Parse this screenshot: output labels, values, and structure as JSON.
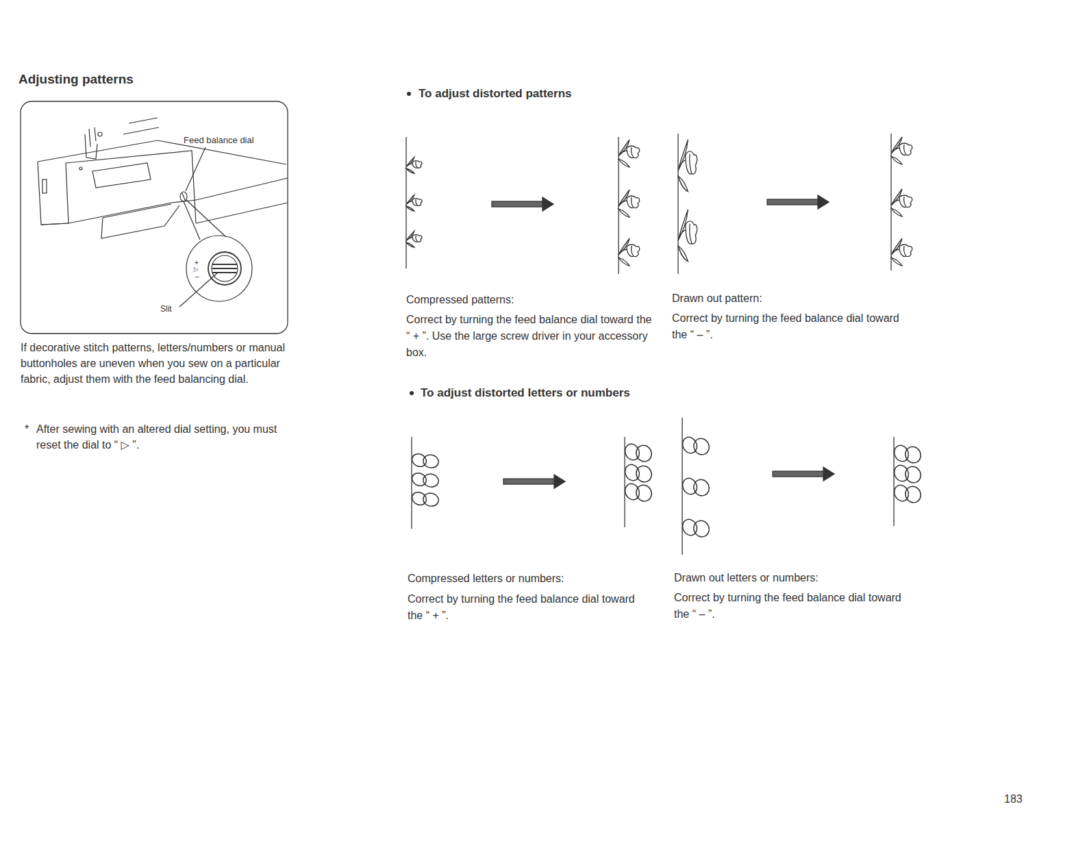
{
  "diagram": {
    "title": "Adjusting patterns",
    "labels": [
      "Feed balance dial",
      "+",
      "▷",
      "–",
      "Slit",
      "If decorative stitch patterns, letters/numbers or manual buttonholes are uneven when you sew on a particular fabric, adjust them with the feed balancing dial.",
      "*",
      "After sewing with an altered dial setting, you must reset the dial to “ ▷ ”.",
      "To adjust distorted patterns",
      "Compressed patterns:",
      "Correct by turning the feed balance dial toward the “ + ”. Use the large screw driver in your accessory box.",
      "Drawn out pattern:",
      "Correct by turning the feed balance dial toward the “ – ”.",
      "To adjust distorted letters or numbers",
      "Compressed letters or numbers:",
      "Correct by turning the feed balance dial toward the “ + ”.",
      "Drawn out letters or numbers:",
      "Correct by turning the feed balance dial toward the “ – ”.",
      "183"
    ]
  }
}
